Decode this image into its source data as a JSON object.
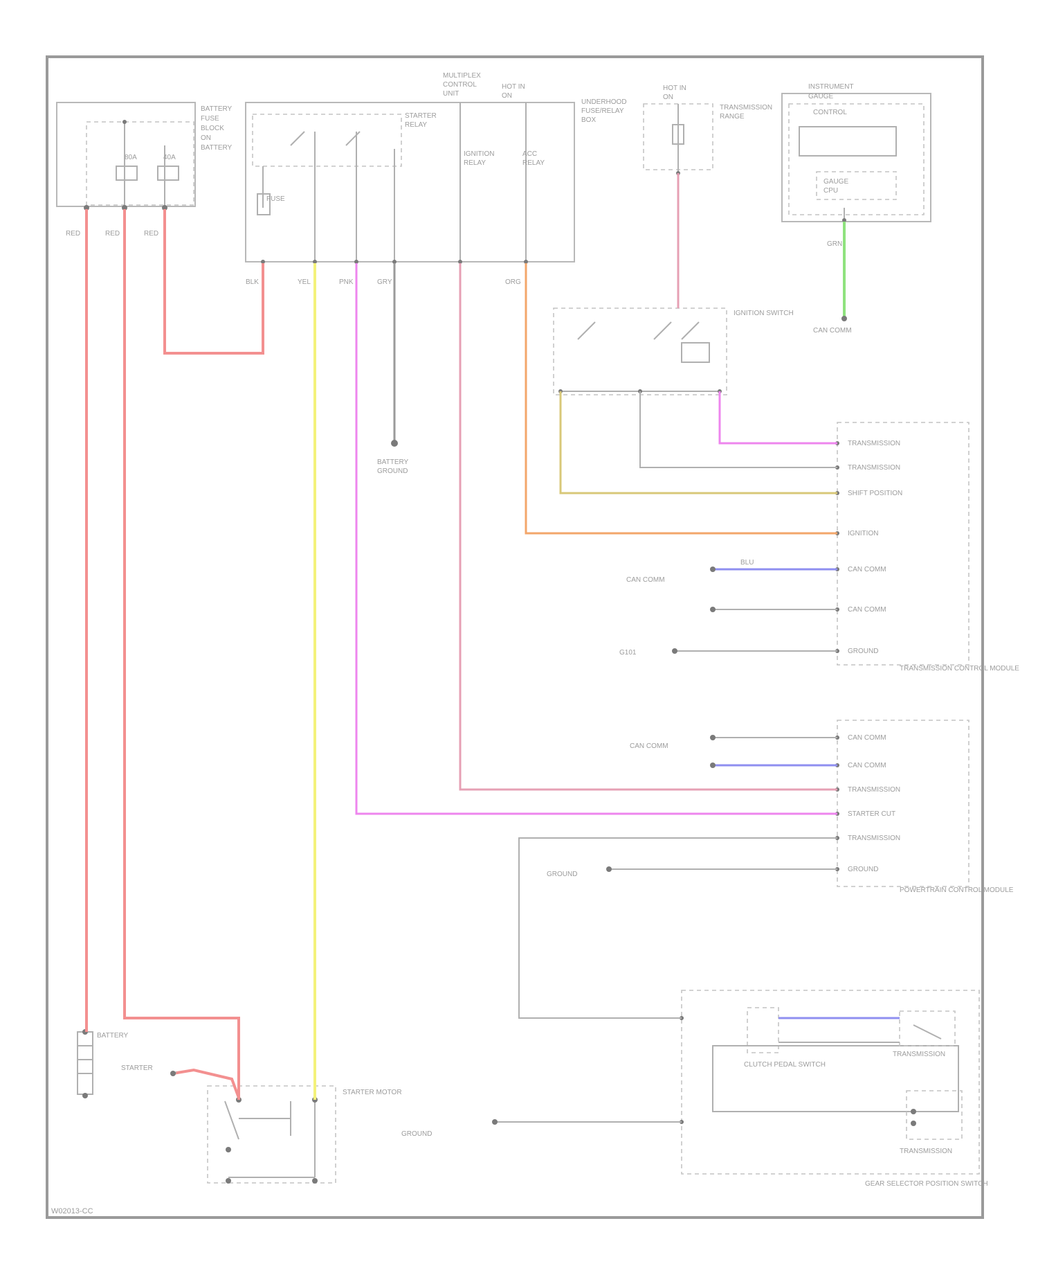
{
  "diagram": {
    "footer_code": "W02013-CC",
    "components": {
      "ignition_switch_label": "IGNITION SWITCH",
      "battery_label": "BATTERY",
      "starter_motor_label": "STARTER MOTOR",
      "clutch_pedal_label": "CLUTCH PEDAL SWITCH",
      "tcm_label": "TRANSMISSION CONTROL MODULE",
      "pcm_label": "POWERTRAIN CONTROL MODULE",
      "gear_selector_label": "GEAR SELECTOR POSITION SWITCH"
    },
    "wire_labels": {
      "red_1": "RED",
      "red_2": "RED",
      "red_3": "RED",
      "yel": "YEL",
      "pnk": "PNK",
      "grn": "GRN",
      "org": "ORG",
      "blu": "BLU",
      "gry": "GRY",
      "blk": "BLK"
    }
  }
}
